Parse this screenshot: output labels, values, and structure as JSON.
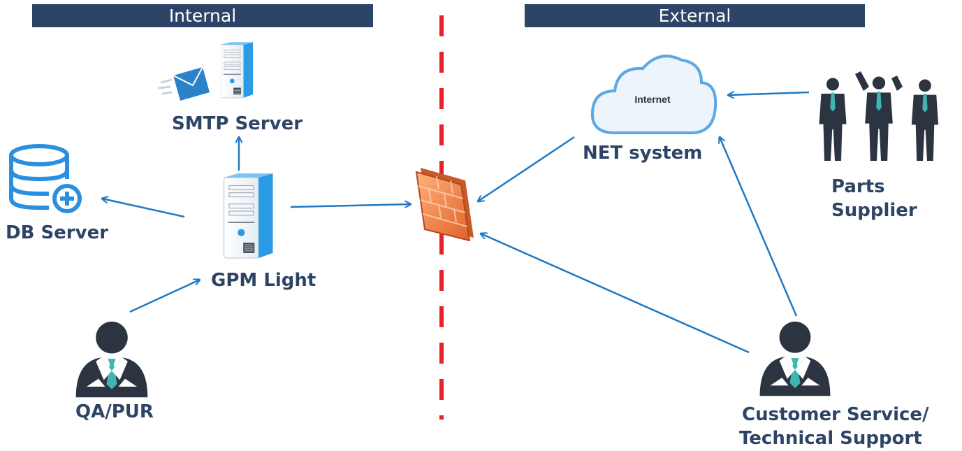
{
  "zones": {
    "internal": "Internal",
    "external": "External"
  },
  "nodes": {
    "smtp_server": "SMTP Server",
    "db_server": "DB Server",
    "gpm_light": "GPM Light",
    "qa_pur": "QA/PUR",
    "net_system": "NET system",
    "internet": "Internet",
    "parts_supplier_line1": "Parts",
    "parts_supplier_line2": "Supplier",
    "customer_service_line1": "Customer Service/",
    "customer_service_line2": "Technical Support"
  },
  "colors": {
    "header_bg": "#2d4466",
    "label_text": "#2d4466",
    "arrow": "#1f78c1",
    "boundary": "#e8202a",
    "server_blue": "#2b9be6",
    "person": "#2b3440",
    "tie": "#3fb7b0",
    "firewall": "#f08a4b"
  },
  "icons": [
    "mail-icon",
    "server-icon",
    "database-add-icon",
    "cloud-icon",
    "firewall-icon",
    "person-icon",
    "group-icon"
  ]
}
